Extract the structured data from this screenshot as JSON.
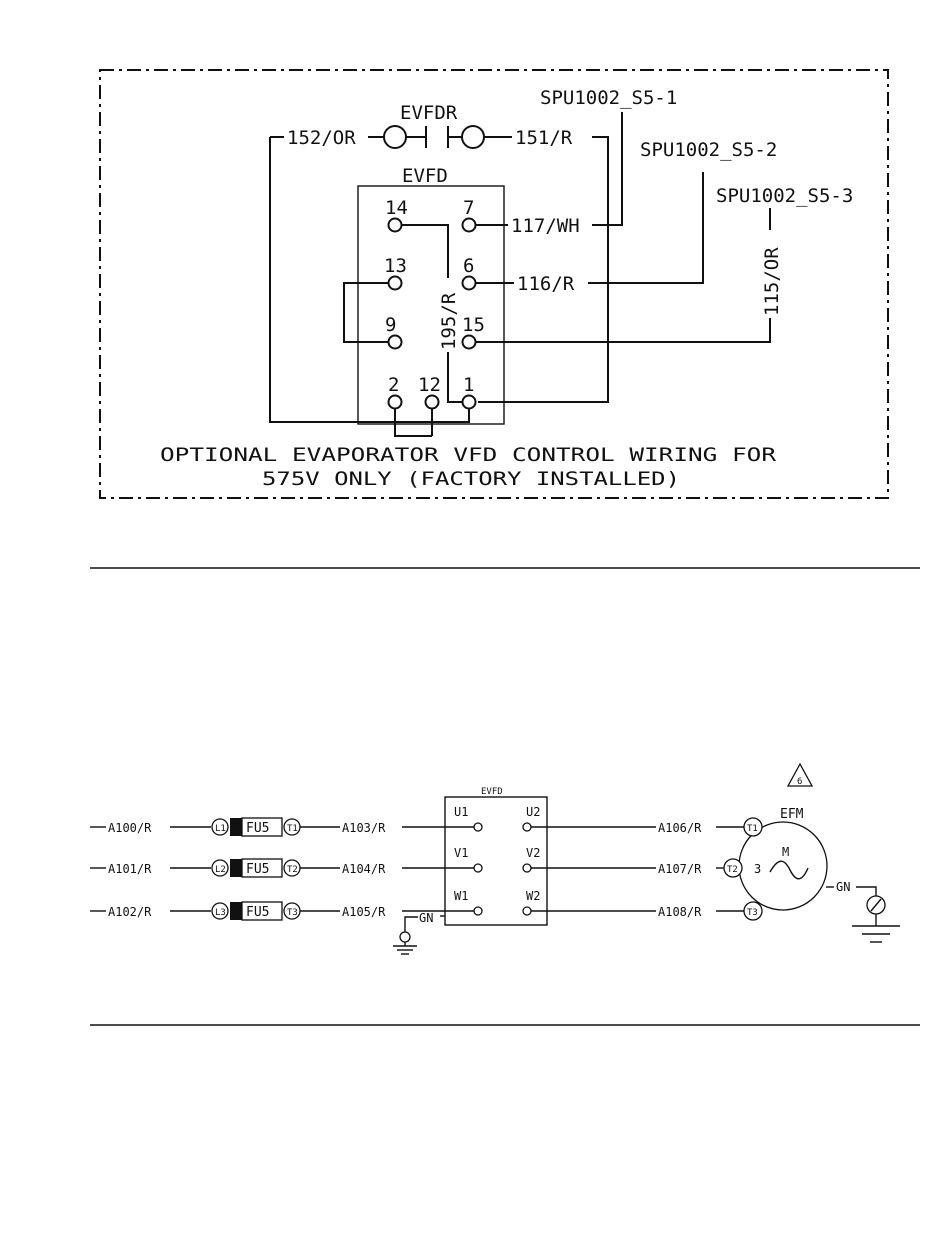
{
  "top_diagram": {
    "relay_label": "EVFDR",
    "box_label": "EVFD",
    "wire_152": "152/OR",
    "wire_151": "151/R",
    "wire_117": "117/WH",
    "wire_116": "116/R",
    "wire_115": "115/OR",
    "wire_195": "195/R",
    "spu1": "SPU1002_S5-1",
    "spu2": "SPU1002_S5-2",
    "spu3": "SPU1002_S5-3",
    "terminals": {
      "t14": "14",
      "t7": "7",
      "t13": "13",
      "t6": "6",
      "t9": "9",
      "t15": "15",
      "t2": "2",
      "t12": "12",
      "t1": "1"
    },
    "caption_line1": "OPTIONAL EVAPORATOR VFD CONTROL WIRING FOR",
    "caption_line2": "575V ONLY (FACTORY INSTALLED)"
  },
  "bottom_diagram": {
    "wires_in": [
      "A100/R",
      "A101/R",
      "A102/R"
    ],
    "fuse_in": [
      "L1",
      "L2",
      "L3"
    ],
    "fuse_label": "FU5",
    "fuse_out": [
      "T1",
      "T2",
      "T3"
    ],
    "wires_mid": [
      "A103/R",
      "A104/R",
      "A105/R"
    ],
    "vfd_label": "EVFD",
    "vfd_in": [
      "U1",
      "V1",
      "W1"
    ],
    "vfd_out": [
      "U2",
      "V2",
      "W2"
    ],
    "wires_out": [
      "A106/R",
      "A107/R",
      "A108/R"
    ],
    "motor_terms": [
      "T1",
      "T2",
      "T3"
    ],
    "motor_label": "EFM",
    "motor_m": "M",
    "motor_phase": "3",
    "ground": "GN",
    "note_number": "6"
  }
}
